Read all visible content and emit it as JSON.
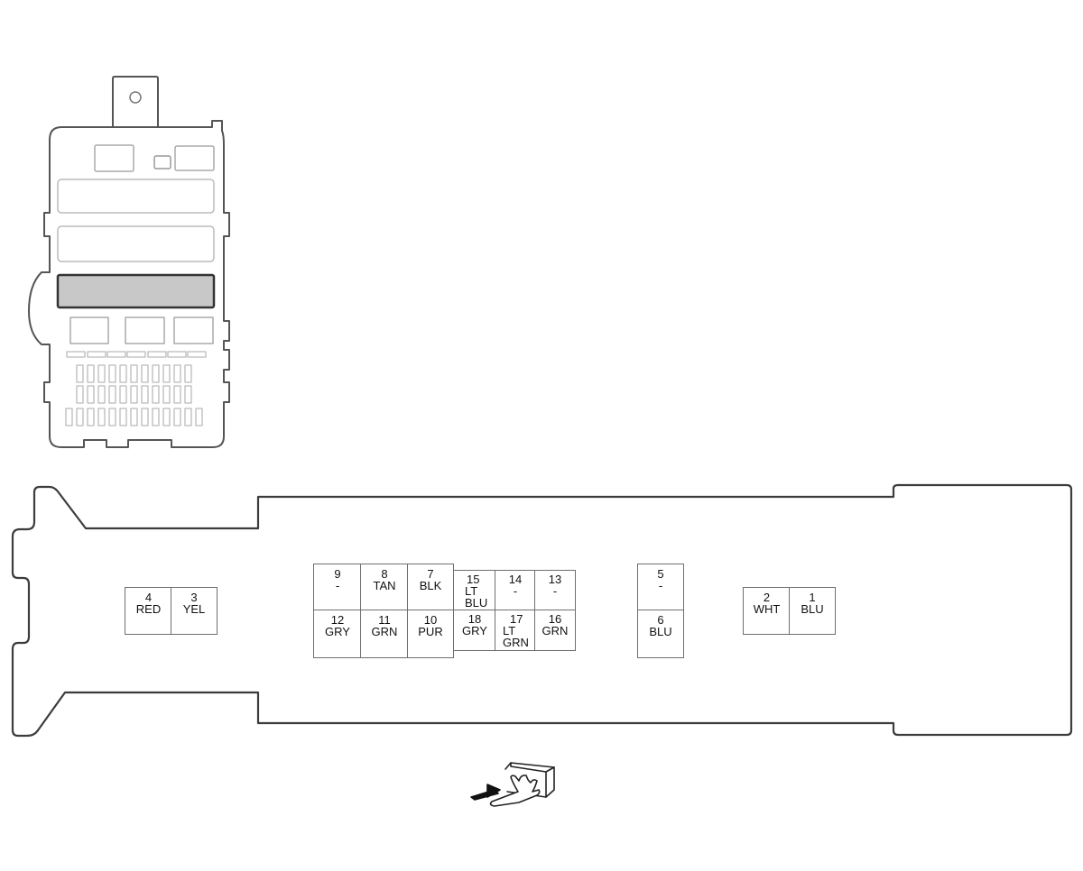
{
  "diagram": {
    "type": "fuse-box-connector-pinout",
    "locator": {
      "highlighted_slot": "connector-location"
    },
    "connector_view_icon": "terminal-side-view-icon",
    "colors": {
      "outline": "#3c3c3c",
      "light_outline": "#b4b4b4",
      "highlight_fill": "#c8c8c8",
      "pin_border": "#6e6e6e"
    },
    "pins": [
      {
        "num": "1",
        "wire": "BLU"
      },
      {
        "num": "2",
        "wire": "WHT"
      },
      {
        "num": "3",
        "wire": "YEL"
      },
      {
        "num": "4",
        "wire": "RED"
      },
      {
        "num": "5",
        "wire": "-"
      },
      {
        "num": "6",
        "wire": "BLU"
      },
      {
        "num": "7",
        "wire": "BLK"
      },
      {
        "num": "8",
        "wire": "TAN"
      },
      {
        "num": "9",
        "wire": "-"
      },
      {
        "num": "10",
        "wire": "PUR"
      },
      {
        "num": "11",
        "wire": "GRN"
      },
      {
        "num": "12",
        "wire": "GRY"
      },
      {
        "num": "13",
        "wire": "-"
      },
      {
        "num": "14",
        "wire": "-"
      },
      {
        "num": "15",
        "wire": "LT\nBLU"
      },
      {
        "num": "16",
        "wire": "GRN"
      },
      {
        "num": "17",
        "wire": "LT\nGRN"
      },
      {
        "num": "18",
        "wire": "GRY"
      }
    ]
  }
}
